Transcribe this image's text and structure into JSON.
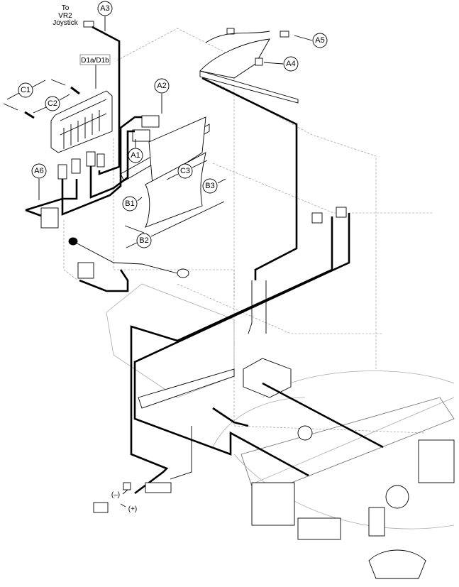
{
  "joystick_label": {
    "line1": "To",
    "line2": "VR2",
    "line3": "Joystick"
  },
  "module_label": "D1a/D1b",
  "callouts": {
    "a1": "A1",
    "a2": "A2",
    "a3": "A3",
    "a4": "A4",
    "a5": "A5",
    "a6": "A6",
    "b1": "B1",
    "b2": "B2",
    "b3": "B3",
    "c1": "C1",
    "c2": "C2",
    "c3": "C3"
  },
  "polarity": {
    "negative": "(–)",
    "positive": "(+)"
  }
}
